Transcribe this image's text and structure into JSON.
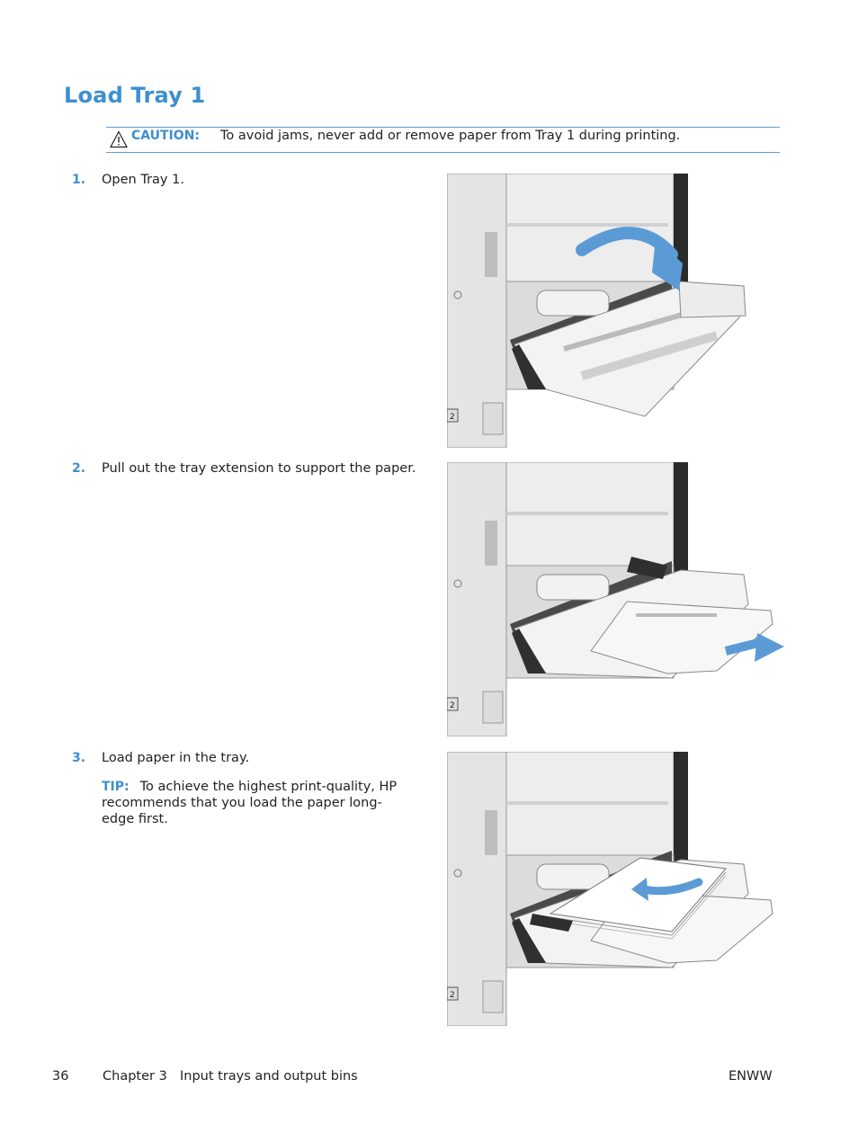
{
  "title": "Load Tray 1",
  "caution": {
    "icon": "warning-triangle-icon",
    "label": "CAUTION:",
    "text": "To avoid jams, never add or remove paper from Tray 1 during printing."
  },
  "steps": [
    {
      "number": "1.",
      "text": "Open Tray 1."
    },
    {
      "number": "2.",
      "text": "Pull out the tray extension to support the paper."
    },
    {
      "number": "3.",
      "text": "Load paper in the tray."
    }
  ],
  "tip": {
    "label": "TIP:",
    "text": "To achieve the highest print-quality, HP recommends that you load the paper long-edge first."
  },
  "illustration_labels": {
    "tray_number": "2"
  },
  "footer": {
    "page_number": "36",
    "chapter": "Chapter 3",
    "chapter_title": "Input trays and output bins",
    "code": "ENWW"
  },
  "colors": {
    "accent": "#3d8fd0",
    "arrow": "#5b9bd5"
  }
}
